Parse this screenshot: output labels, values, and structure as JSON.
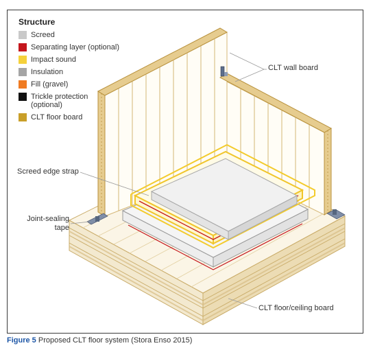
{
  "legend": {
    "title": "Structure",
    "items": [
      {
        "label": "Screed",
        "color": "#c9c9c9"
      },
      {
        "label": "Separating layer (optional)",
        "color": "#c4161c"
      },
      {
        "label": "Impact sound",
        "color": "#f5d13b"
      },
      {
        "label": "Insulation",
        "color": "#a5a5a5"
      },
      {
        "label": "Fill (gravel)",
        "color": "#f07b22"
      },
      {
        "label": "Trickle protection (optional)",
        "color": "#111111"
      },
      {
        "label": "CLT floor board",
        "color": "#c99f29"
      }
    ]
  },
  "callouts": {
    "wall": "CLT wall board",
    "strap": "Screed edge strap",
    "tape": "Joint-sealing tape",
    "floor": "CLT floor/ceiling board"
  },
  "caption": {
    "figure": "Figure 5",
    "text": "Proposed CLT floor system (Stora Enso 2015)"
  }
}
